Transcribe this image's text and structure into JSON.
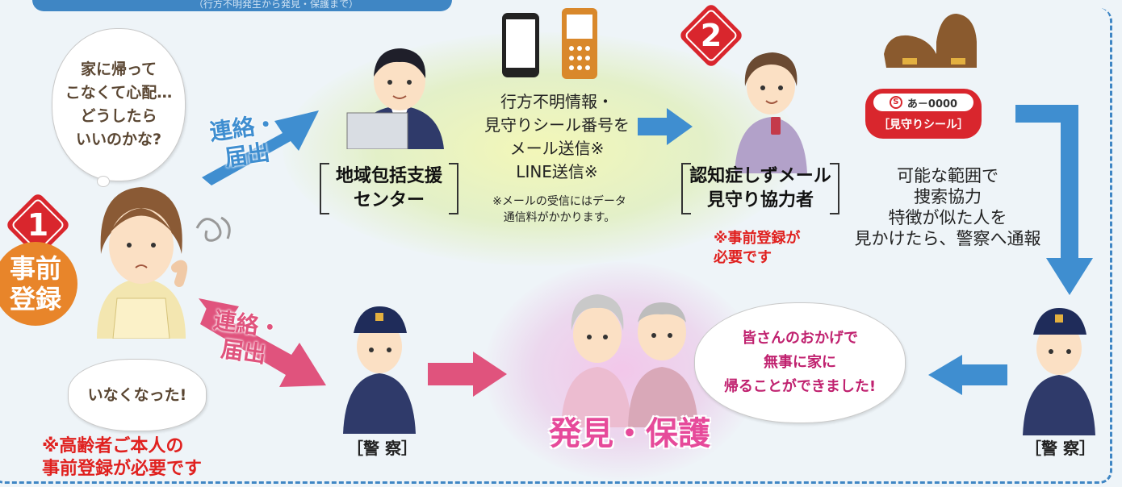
{
  "header_caption": "（行方不明発生から発見・保護まで）",
  "worried_bubble": "家に帰って\nこなくて心配…\nどうしたら\nいいのかな?",
  "missing_bubble": "いなくなった!",
  "badge1": "1",
  "badge2": "2",
  "preregister_label": "事前\n登録",
  "contact_label_top": "連絡・\n届出",
  "contact_label_bottom": "連絡・\n届出",
  "center_label": "地域包括支援\nセンター",
  "mail_info": "行方不明情報・\n見守りシール番号を\nメール送信※\nLINE送信※",
  "mail_note": "※メールの受信にはデータ\n通信料がかかります。",
  "cooperator_label": "認知症しずメール\n見守り協力者",
  "cooperator_note": "※事前登録が\n必要です",
  "seal_code": "あ－0000",
  "seal_label": "［見守りシール］",
  "search_text": "可能な範囲で\n捜索協力\n特徴が似た人を\n見かけたら、警察へ通報",
  "thanks_bubble": "皆さんのおかげで\n無事に家に\n帰ることができました!",
  "found_label": "発見・保護",
  "police_label_left": "［警 察］",
  "police_label_right": "［警 察］",
  "elder_note": "※高齢者ご本人の\n事前登録が必要です",
  "colors": {
    "blue_arrow": "#3f8ed0",
    "pink_arrow": "#e0537d",
    "red": "#d9262d",
    "orange": "#e8852a"
  }
}
